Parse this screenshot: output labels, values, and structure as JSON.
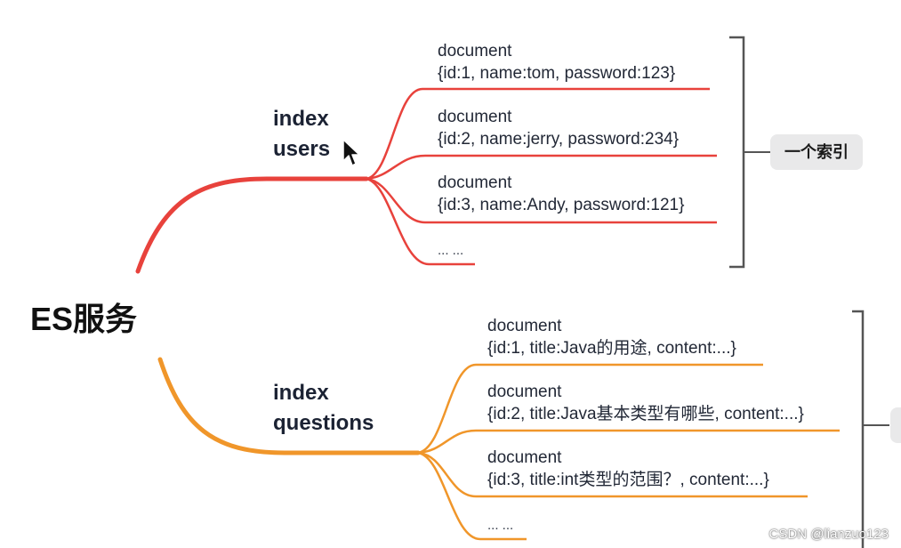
{
  "root": {
    "label": "ES服务"
  },
  "branches": [
    {
      "line1": "index",
      "line2": "users",
      "color": "#e8423c",
      "documents": [
        {
          "title": "document",
          "body": "{id:1, name:tom, password:123}"
        },
        {
          "title": "document",
          "body": "{id:2, name:jerry, password:234}"
        },
        {
          "title": "document",
          "body": "{id:3, name:Andy, password:121}"
        }
      ],
      "more": "... ...",
      "bracket_label": "一个索引"
    },
    {
      "line1": "index",
      "line2": "questions",
      "color": "#f0962a",
      "documents": [
        {
          "title": "document",
          "body": "{id:1, title:Java的用途, content:...}"
        },
        {
          "title": "document",
          "body": "{id:2, title:Java基本类型有哪些, content:...}"
        },
        {
          "title": "document",
          "body": "{id:3, title:int类型的范围？, content:...}"
        }
      ],
      "more": "... ..."
    }
  ],
  "icons": {
    "cursor": "cursor-arrow-icon"
  },
  "watermark": "CSDN @lianzuo123"
}
